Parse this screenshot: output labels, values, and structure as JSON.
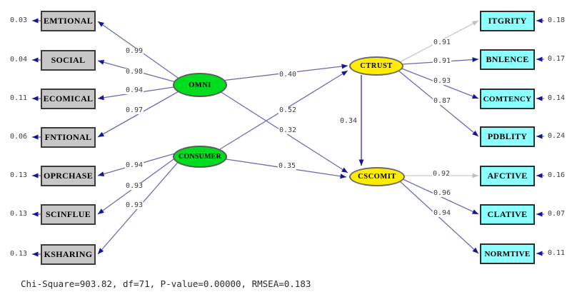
{
  "diagram": {
    "latents": [
      {
        "id": "omni",
        "label": "OMNI"
      },
      {
        "id": "consumer",
        "label": "CONSUMER"
      },
      {
        "id": "ctrust",
        "label": "CTRUST"
      },
      {
        "id": "cscomit",
        "label": "CSCOMIT"
      }
    ],
    "left_indicators": [
      {
        "label": "EMTIONAL",
        "error": "0.03",
        "loading": "0.99",
        "from": "OMNI"
      },
      {
        "label": "SOCIAL",
        "error": "0.04",
        "loading": "0.98",
        "from": "OMNI"
      },
      {
        "label": "ECOMICAL",
        "error": "0.11",
        "loading": "0.94",
        "from": "OMNI"
      },
      {
        "label": "FNTIONAL",
        "error": "0.06",
        "loading": "0.97",
        "from": "OMNI"
      },
      {
        "label": "OPRCHASE",
        "error": "0.13",
        "loading": "0.94",
        "from": "CONSUMER"
      },
      {
        "label": "SCINFLUE",
        "error": "0.13",
        "loading": "0.93",
        "from": "CONSUMER"
      },
      {
        "label": "KSHARING",
        "error": "0.13",
        "loading": "0.93",
        "from": "CONSUMER"
      }
    ],
    "right_indicators": [
      {
        "label": "ITGRITY",
        "error": "0.18",
        "loading": "0.91",
        "from": "CTRUST",
        "reference_path": true
      },
      {
        "label": "BNLENCE",
        "error": "0.17",
        "loading": "0.91",
        "from": "CTRUST"
      },
      {
        "label": "COMTENCY",
        "error": "0.14",
        "loading": "0.93",
        "from": "CTRUST"
      },
      {
        "label": "PDBLITY",
        "error": "0.24",
        "loading": "0.87",
        "from": "CTRUST"
      },
      {
        "label": "AFCTIVE",
        "error": "0.16",
        "loading": "0.92",
        "from": "CSCOMIT",
        "reference_path": true
      },
      {
        "label": "CLATIVE",
        "error": "0.07",
        "loading": "0.96",
        "from": "CSCOMIT"
      },
      {
        "label": "NORMTIVE",
        "error": "0.11",
        "loading": "0.94",
        "from": "CSCOMIT"
      }
    ],
    "structural_paths": [
      {
        "from": "OMNI",
        "to": "CTRUST",
        "value": "0.40"
      },
      {
        "from": "CONSUMER",
        "to": "CTRUST",
        "value": "0.52"
      },
      {
        "from": "OMNI",
        "to": "CSCOMIT",
        "value": "0.32"
      },
      {
        "from": "CONSUMER",
        "to": "CSCOMIT",
        "value": "0.35"
      },
      {
        "from": "CTRUST",
        "to": "CSCOMIT",
        "value": "0.34"
      }
    ],
    "fit_statistics": "Chi-Square=903.82, df=71, P-value=0.00000, RMSEA=0.183",
    "colors": {
      "exogenous_latent": "#00dc1e",
      "endogenous_latent": "#ffec00",
      "left_indicator_fill": "#c7c7c7",
      "right_indicator_fill": "#8cffff",
      "path_line": "#6b6bb5",
      "arrowhead": "#16169b",
      "reference_line": "#c9c9c9"
    }
  }
}
